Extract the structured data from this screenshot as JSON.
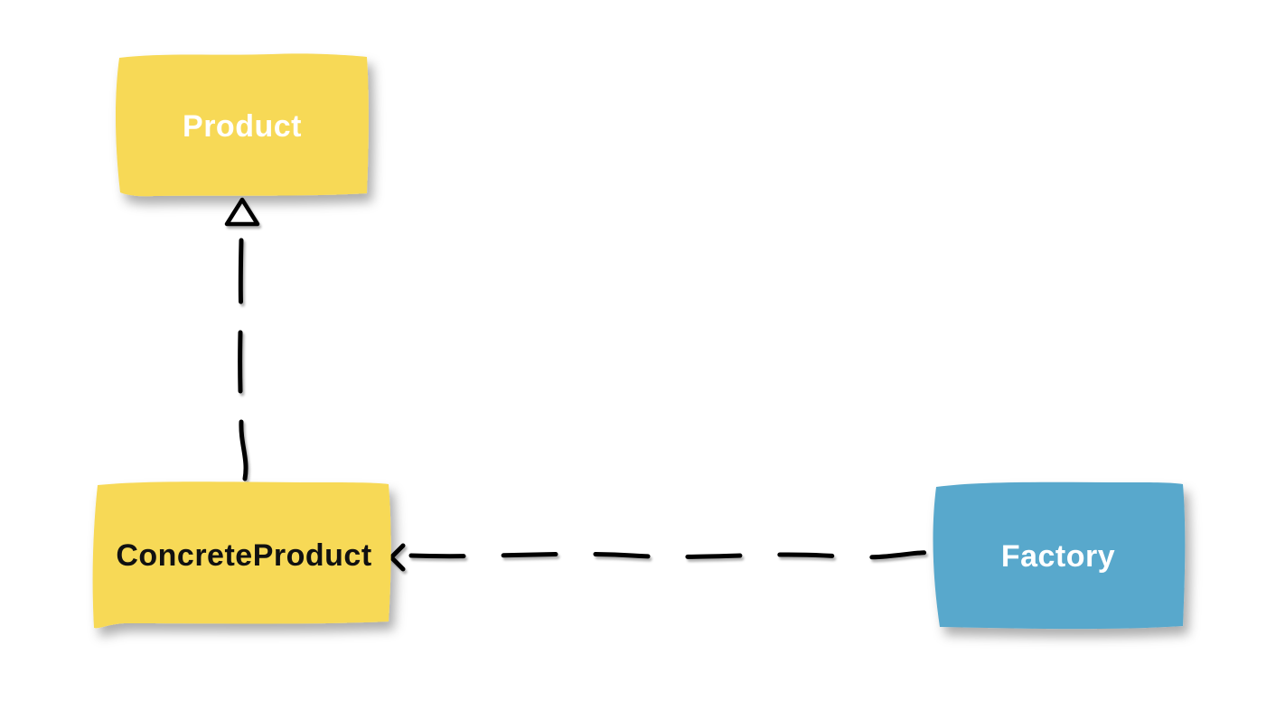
{
  "diagram": {
    "background_color": "#ffffff",
    "line_color": "#000000",
    "nodes": {
      "product": {
        "label": "Product",
        "fill": "#F7D956",
        "text_color": "#ffffff"
      },
      "concrete_product": {
        "label": "ConcreteProduct",
        "fill": "#F7D956",
        "text_color": "#111111"
      },
      "factory": {
        "label": "Factory",
        "fill": "#58A8CC",
        "text_color": "#ffffff"
      }
    },
    "edges": {
      "realization": {
        "from": "ConcreteProduct",
        "to": "Product",
        "line_style": "dashed",
        "arrowhead": "hollow-triangle",
        "color": "#000000"
      },
      "dependency": {
        "from": "Factory",
        "to": "ConcreteProduct",
        "line_style": "dashed",
        "arrowhead": "open-arrow",
        "color": "#000000"
      }
    }
  }
}
